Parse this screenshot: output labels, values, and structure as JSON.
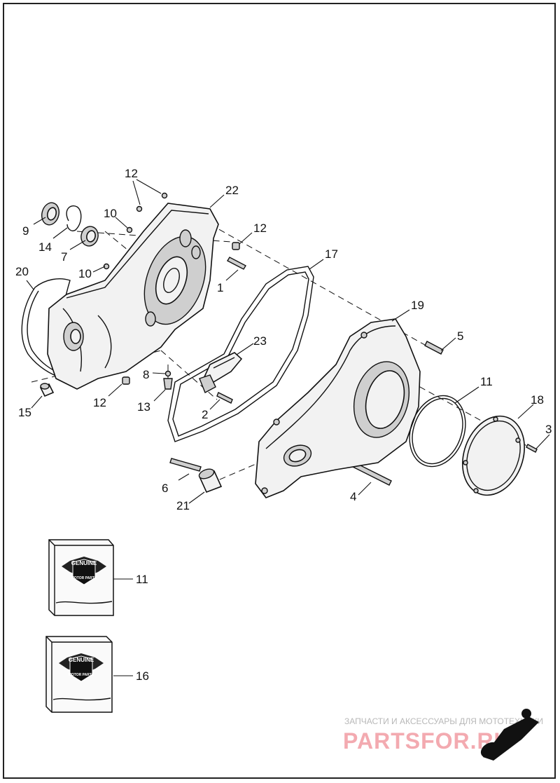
{
  "diagram": {
    "callouts": {
      "c12a": "12",
      "c22": "22",
      "c10a": "10",
      "c12b": "12",
      "c9": "9",
      "c14": "14",
      "c7": "7",
      "c20": "20",
      "c10b": "10",
      "c1": "1",
      "c17": "17",
      "c19": "19",
      "c5": "5",
      "c23": "23",
      "c8": "8",
      "c13": "13",
      "c12c": "12",
      "c15": "15",
      "c2": "2",
      "c11a": "11",
      "c18": "18",
      "c3": "3",
      "c6": "6",
      "c21": "21",
      "c4": "4",
      "kit11": "11",
      "kit16": "16"
    },
    "kit_logo": {
      "line1": "GENUINE",
      "line2": "MOTOR PARTS"
    }
  },
  "watermark": {
    "line1": "ЗАПЧАСТИ И АКСЕССУАРЫ ДЛЯ МОТОТЕХНИКИ",
    "line2": "PARTSFOR.RU"
  },
  "colors": {
    "line": "#111111",
    "part_fill": "#f2f2f2",
    "watermark_red": "#f3aab0",
    "watermark_gray": "#b8b8b8"
  }
}
